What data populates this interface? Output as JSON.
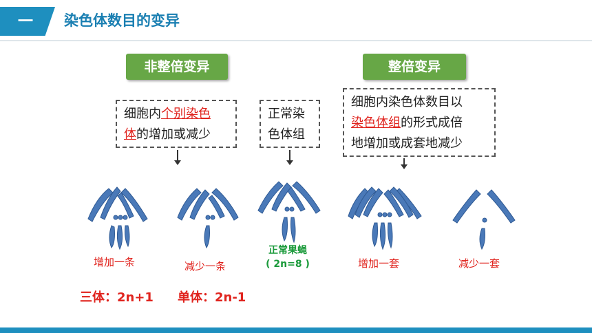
{
  "header": {
    "badge": "一",
    "title": "染色体数目的变异"
  },
  "labels": {
    "left": "非整倍变异",
    "right": "整倍变异"
  },
  "box1": {
    "line1_pre": "细胞内",
    "line1_red": "个别染色",
    "line2_red": "体",
    "line2_post": "的增加或减少"
  },
  "box2": {
    "line1": "正常染",
    "line2": "色体组"
  },
  "box3": {
    "line1": "细胞内染色体数目以",
    "line2_red": "染色体组",
    "line2_post": "的形式成倍",
    "line3": "地增加或成套地减少"
  },
  "captions": {
    "c1": "增加一条",
    "c2": "减少一条",
    "c3_line1": "正常果蝇",
    "c3_line2": "( 2n=8 )",
    "c4": "增加一套",
    "c5": "减少一套"
  },
  "formulas": {
    "f1": "三体：2n+1",
    "f2": "单体：2n-1"
  },
  "colors": {
    "chromosome": "#4a79b8",
    "accent": "#1e8fbf",
    "green": "#67a746",
    "red": "#e0231d"
  }
}
